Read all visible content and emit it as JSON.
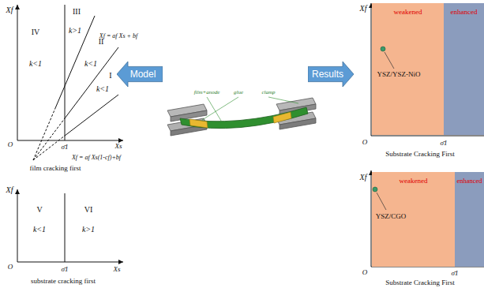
{
  "diagram": {
    "nodes": [
      {
        "text": [
          "Model"
        ]
      },
      {
        "text": [
          "Results"
        ]
      },
      {
        "text": [
          "weakened"
        ]
      },
      {
        "text": [
          "enhanced"
        ]
      },
      {
        "text": [
          "weakened"
        ]
      },
      {
        "text": [
          "enhanced"
        ]
      }
    ],
    "labels": [
      "Xf",
      "IV",
      "k<1",
      "III",
      "k>1",
      "II",
      "k<1",
      "Xf = af Xs + bf",
      "I",
      "k<1",
      "O",
      "σ̄1",
      "Xs",
      "Xf = af Xs(1-cf)+bf",
      "film cracking first",
      "Xf",
      "V",
      "k<1",
      "VI",
      "k>1",
      "O",
      "σ̄1",
      "Xs",
      "substrate cracking first",
      "film+anode",
      "glue",
      "clamp",
      "Xf",
      "O",
      "YSZ/YSZ-NiO",
      "σ̄1",
      "Substrate Cracking First",
      "Xf",
      "O",
      "YSZ/CGO",
      "σ̄1",
      "Substrate Cracking First"
    ]
  }
}
